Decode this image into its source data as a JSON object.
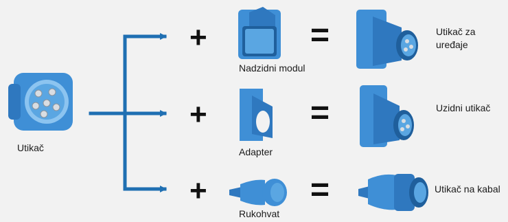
{
  "source": {
    "label": "Utikač"
  },
  "operators": {
    "plus": "+",
    "equals": "="
  },
  "rows": [
    {
      "part": "Nadzidni modul",
      "result": [
        "Utikač za",
        "uređaje"
      ]
    },
    {
      "part": "Adapter",
      "result": [
        "Uzidni utikač"
      ]
    },
    {
      "part": "Rukohvat",
      "result": [
        "Utikač na kabal"
      ]
    }
  ],
  "colors": {
    "arrow": "#1f6fb2",
    "part_blue": "#3f8fd6",
    "part_dark": "#1f5f9c",
    "part_light": "#8cc4f0",
    "background": "#f2f2f2"
  }
}
